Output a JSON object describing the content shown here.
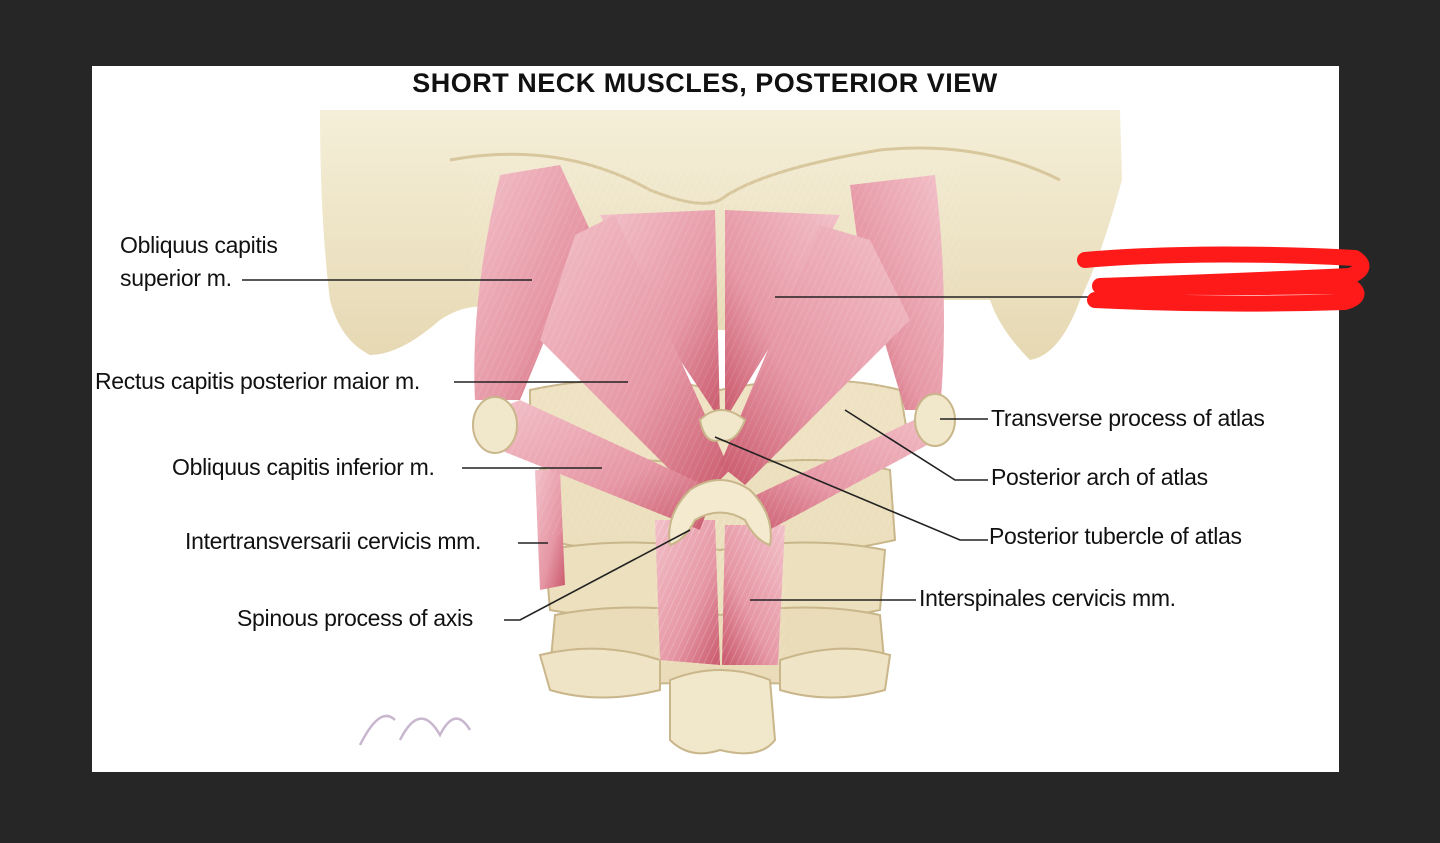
{
  "title": "SHORT NECK MUSCLES, POSTERIOR VIEW",
  "labels": {
    "obliquus_superior_line1": "Obliquus capitis",
    "obliquus_superior_line2": "superior m.",
    "rectus_major": "Rectus capitis posterior maior m.",
    "obliquus_inferior": "Obliquus capitis inferior m.",
    "intertransversarii": "Intertransversarii cervicis mm.",
    "spinous_axis": "Spinous process of axis",
    "transverse_atlas": "Transverse process of atlas",
    "posterior_arch": "Posterior arch of atlas",
    "posterior_tubercle": "Posterior tubercle of atlas",
    "interspinales": "Interspinales cervicis mm."
  },
  "colors": {
    "bone": "#efe4c6",
    "bone_shade": "#d9c9a0",
    "muscle": "#e9a2ae",
    "muscle_dark": "#c8566a",
    "redaction": "#ff1a1a",
    "frame": "#262626"
  }
}
